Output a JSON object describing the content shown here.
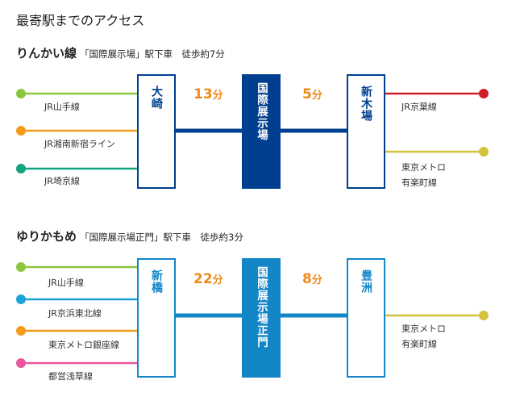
{
  "page_title": "最寄駅までのアクセス",
  "routes": [
    {
      "name": "りんかい線",
      "subtitle": "「国際展示場」駅下車　徒歩約7分",
      "left_station": "大崎",
      "destination": "国際展示場",
      "right_station": "新木場",
      "left_minutes": "13",
      "right_minutes": "5",
      "minute_unit": "分",
      "left_lines": [
        {
          "label": "JR山手線",
          "color": "#8cc63f"
        },
        {
          "label": "JR湘南新宿ライン",
          "color": "#f39c1c"
        },
        {
          "label": "JR埼京線",
          "color": "#14a37f"
        }
      ],
      "right_lines": [
        {
          "label": "JR京葉線",
          "color": "#cc1f2a"
        },
        {
          "label": "東京メトロ\n有楽町線",
          "color": "#d4c23c"
        }
      ],
      "colors": {
        "line": "#003f8f",
        "dest_fill": "#003f8f"
      }
    },
    {
      "name": "ゆりかもめ",
      "subtitle": "「国際展示場正門」駅下車　徒歩約3分",
      "left_station": "新橋",
      "destination": "国際展示場正門",
      "right_station": "豊洲",
      "left_minutes": "22",
      "right_minutes": "8",
      "minute_unit": "分",
      "left_lines": [
        {
          "label": "JR山手線",
          "color": "#8cc63f"
        },
        {
          "label": "JR京浜東北線",
          "color": "#1aa3d9"
        },
        {
          "label": "東京メトロ銀座線",
          "color": "#f39c1c"
        },
        {
          "label": "都営浅草線",
          "color": "#e8569c"
        }
      ],
      "right_lines": [
        {
          "label": "東京メトロ\n有楽町線",
          "color": "#d4c23c"
        }
      ],
      "colors": {
        "line": "#1386c8",
        "dest_fill": "#1386c8"
      }
    }
  ]
}
